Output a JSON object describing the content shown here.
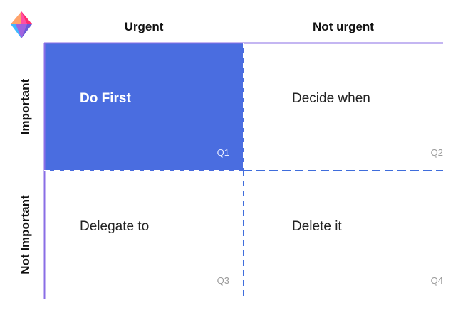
{
  "columns": [
    "Urgent",
    "Not urgent"
  ],
  "rows": [
    "Important",
    "Not Important"
  ],
  "quadrants": [
    {
      "label": "Do First",
      "id": "Q1"
    },
    {
      "label": "Decide when",
      "id": "Q2"
    },
    {
      "label": "Delegate to",
      "id": "Q3"
    },
    {
      "label": "Delete it",
      "id": "Q4"
    }
  ],
  "colors": {
    "highlight": "#4a6de0",
    "axis": "#8a6ee6",
    "divider": "#3f6ddc"
  }
}
